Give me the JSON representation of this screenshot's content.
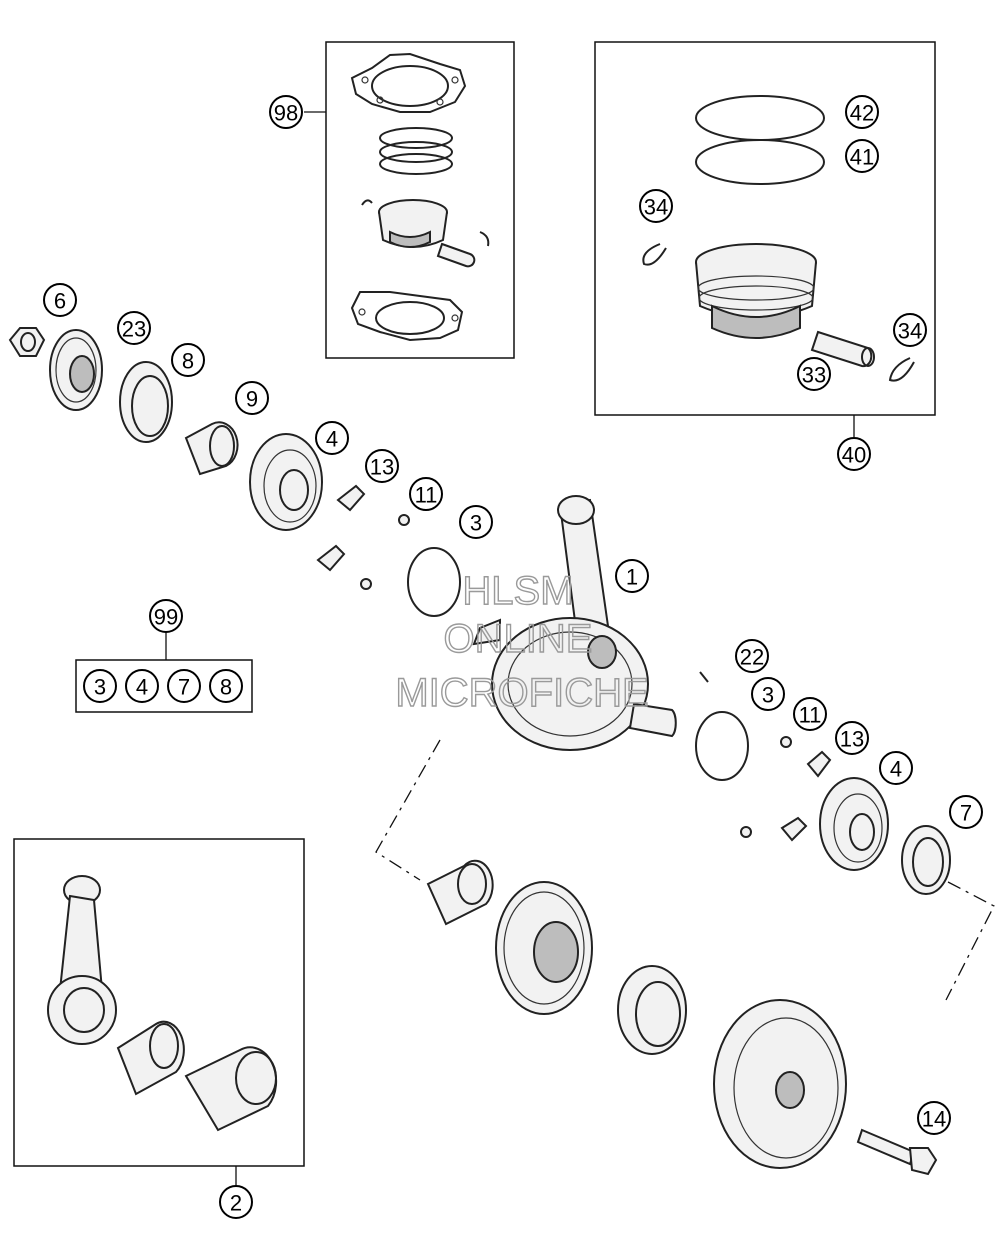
{
  "callouts": [
    {
      "key": "c98",
      "label": "98"
    },
    {
      "key": "c42",
      "label": "42"
    },
    {
      "key": "c41",
      "label": "41"
    },
    {
      "key": "c34a",
      "label": "34"
    },
    {
      "key": "c34b",
      "label": "34"
    },
    {
      "key": "c33",
      "label": "33"
    },
    {
      "key": "c40",
      "label": "40"
    },
    {
      "key": "c6",
      "label": "6"
    },
    {
      "key": "c23",
      "label": "23"
    },
    {
      "key": "c8",
      "label": "8"
    },
    {
      "key": "c9",
      "label": "9"
    },
    {
      "key": "c4a",
      "label": "4"
    },
    {
      "key": "c13a",
      "label": "13"
    },
    {
      "key": "c11a",
      "label": "11"
    },
    {
      "key": "c3a",
      "label": "3"
    },
    {
      "key": "c1",
      "label": "1"
    },
    {
      "key": "c99",
      "label": "99"
    },
    {
      "key": "k3",
      "label": "3"
    },
    {
      "key": "k4",
      "label": "4"
    },
    {
      "key": "k7",
      "label": "7"
    },
    {
      "key": "k8",
      "label": "8"
    },
    {
      "key": "c22",
      "label": "22"
    },
    {
      "key": "c3b",
      "label": "3"
    },
    {
      "key": "c11b",
      "label": "11"
    },
    {
      "key": "c13b",
      "label": "13"
    },
    {
      "key": "c4b",
      "label": "4"
    },
    {
      "key": "c7",
      "label": "7"
    },
    {
      "key": "c14",
      "label": "14"
    },
    {
      "key": "c2",
      "label": "2"
    }
  ],
  "watermark": [
    "HLSM",
    "ONLINE",
    "MICROFICHE"
  ]
}
